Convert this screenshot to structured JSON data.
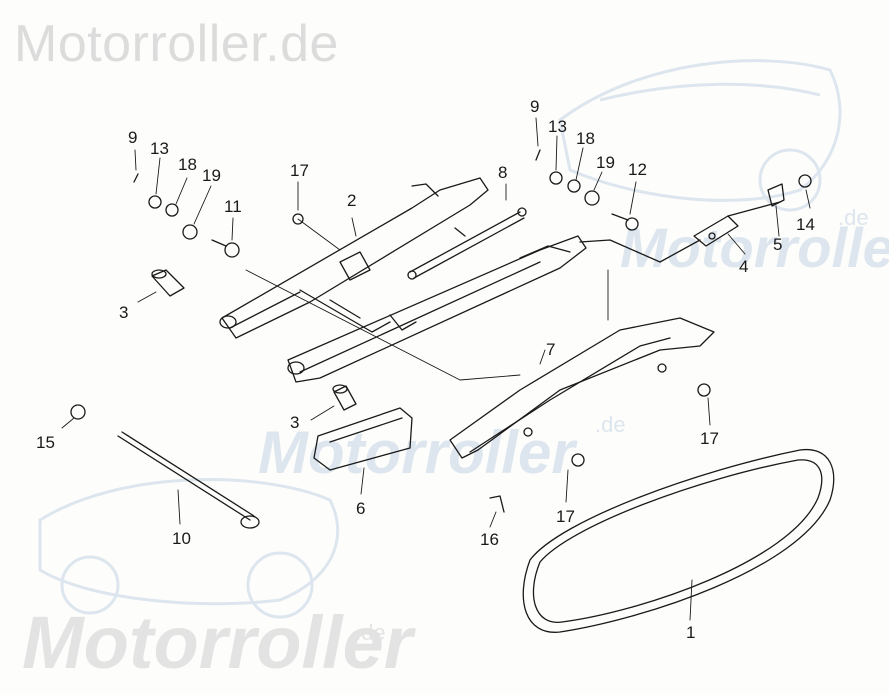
{
  "watermark": {
    "top": "Motorroller.de",
    "middle": "Motorroller",
    "middle_de": ".de",
    "bottom": "Motorroller",
    "bottom_de": ".de"
  },
  "colors": {
    "ink": "#1a1a1a",
    "paper": "#fdfdfb",
    "watermark_gray": "#dcdcdc",
    "watermark_blue": "#dde6ee"
  },
  "labels": [
    "9",
    "13",
    "18",
    "19",
    "11",
    "17",
    "2",
    "8",
    "9",
    "13",
    "18",
    "19",
    "12",
    "14",
    "5",
    "4",
    "3",
    "3",
    "7",
    "15",
    "10",
    "6",
    "16",
    "17",
    "17",
    "1"
  ]
}
